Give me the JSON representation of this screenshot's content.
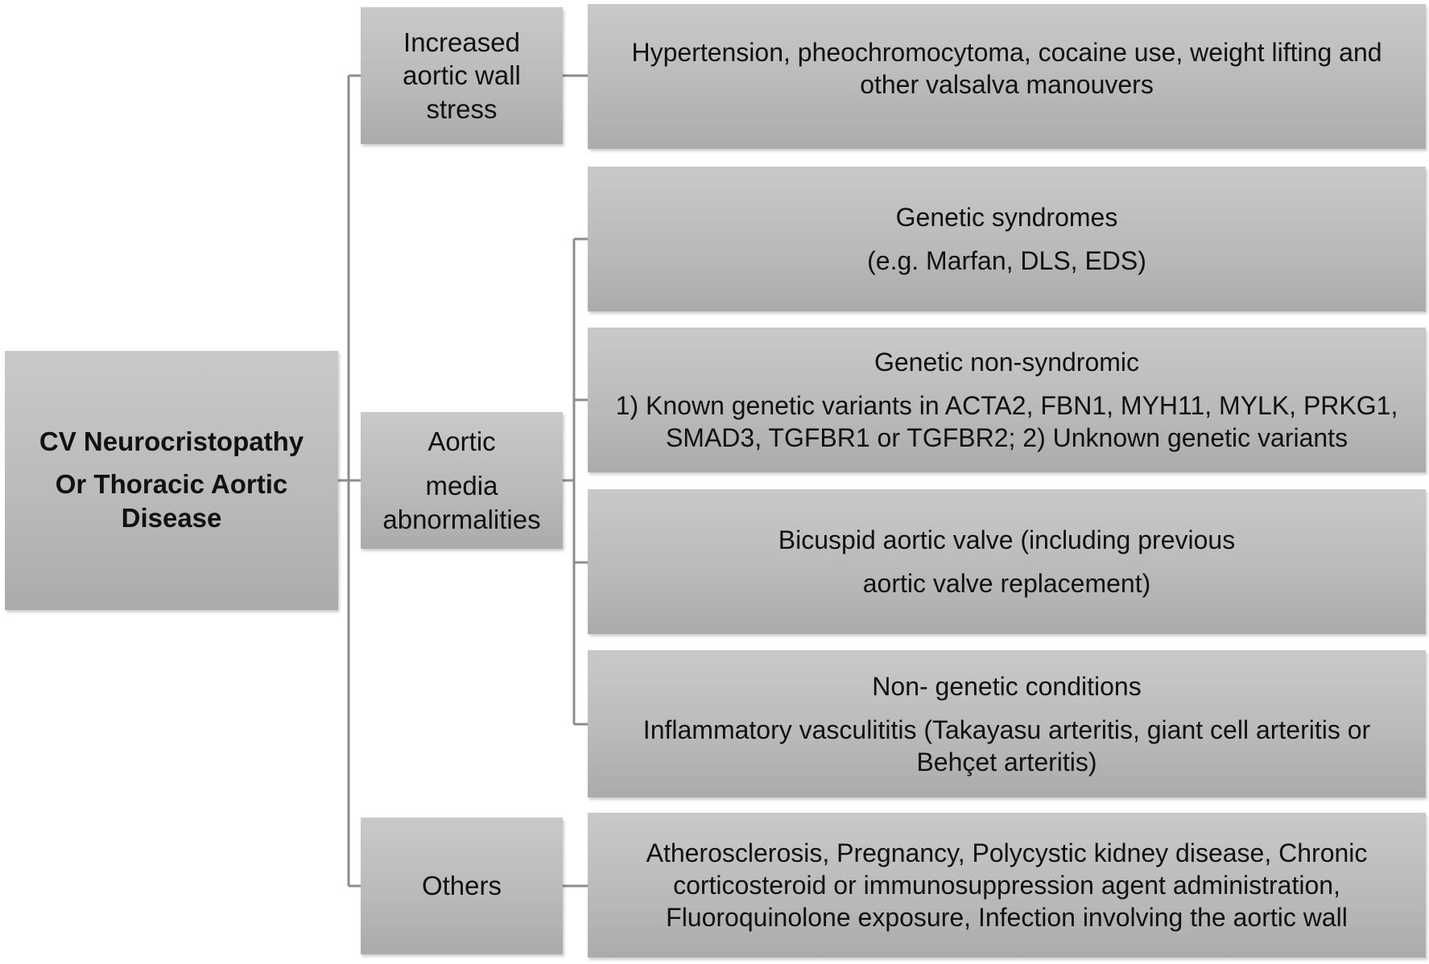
{
  "root": {
    "lines": [
      "CV Neurocristopathy",
      "Or Thoracic Aortic Disease"
    ]
  },
  "categories": [
    {
      "label_lines": [
        "Increased",
        "aortic wall",
        "stress"
      ],
      "items": [
        {
          "lines": [
            "Hypertension, pheochromocytoma, cocaine use, weight lifting and",
            "other valsalva manouvers"
          ]
        }
      ]
    },
    {
      "label_lines": [
        "Aortic",
        "media",
        "abnormalities"
      ],
      "items": [
        {
          "heading": "Genetic syndromes",
          "lines": [
            "(e.g. Marfan, DLS, EDS)"
          ]
        },
        {
          "heading": "Genetic non-syndromic",
          "lines": [
            "1) Known genetic variants in ACTA2, FBN1, MYH11, MYLK, PRKG1,",
            "SMAD3, TGFBR1 or TGFBR2;  2) Unknown genetic variants"
          ]
        },
        {
          "heading": "Bicuspid aortic valve (including previous",
          "lines": [
            "aortic valve replacement)"
          ]
        },
        {
          "heading": "Non- genetic conditions",
          "lines": [
            "Inflammatory vasculititis (Takayasu arteritis, giant cell arteritis or",
            "Behçet arteritis)"
          ]
        }
      ]
    },
    {
      "label_lines": [
        "Others"
      ],
      "items": [
        {
          "lines": [
            "Atherosclerosis, Pregnancy, Polycystic kidney disease, Chronic",
            "corticosteroid or immunosuppression agent administration,",
            "Fluoroquinolone exposure, Infection involving the aortic wall"
          ]
        }
      ]
    }
  ],
  "colors": {
    "box_fill": "#bdbdbd",
    "connector": "#8c8c8c",
    "text": "#111111"
  }
}
